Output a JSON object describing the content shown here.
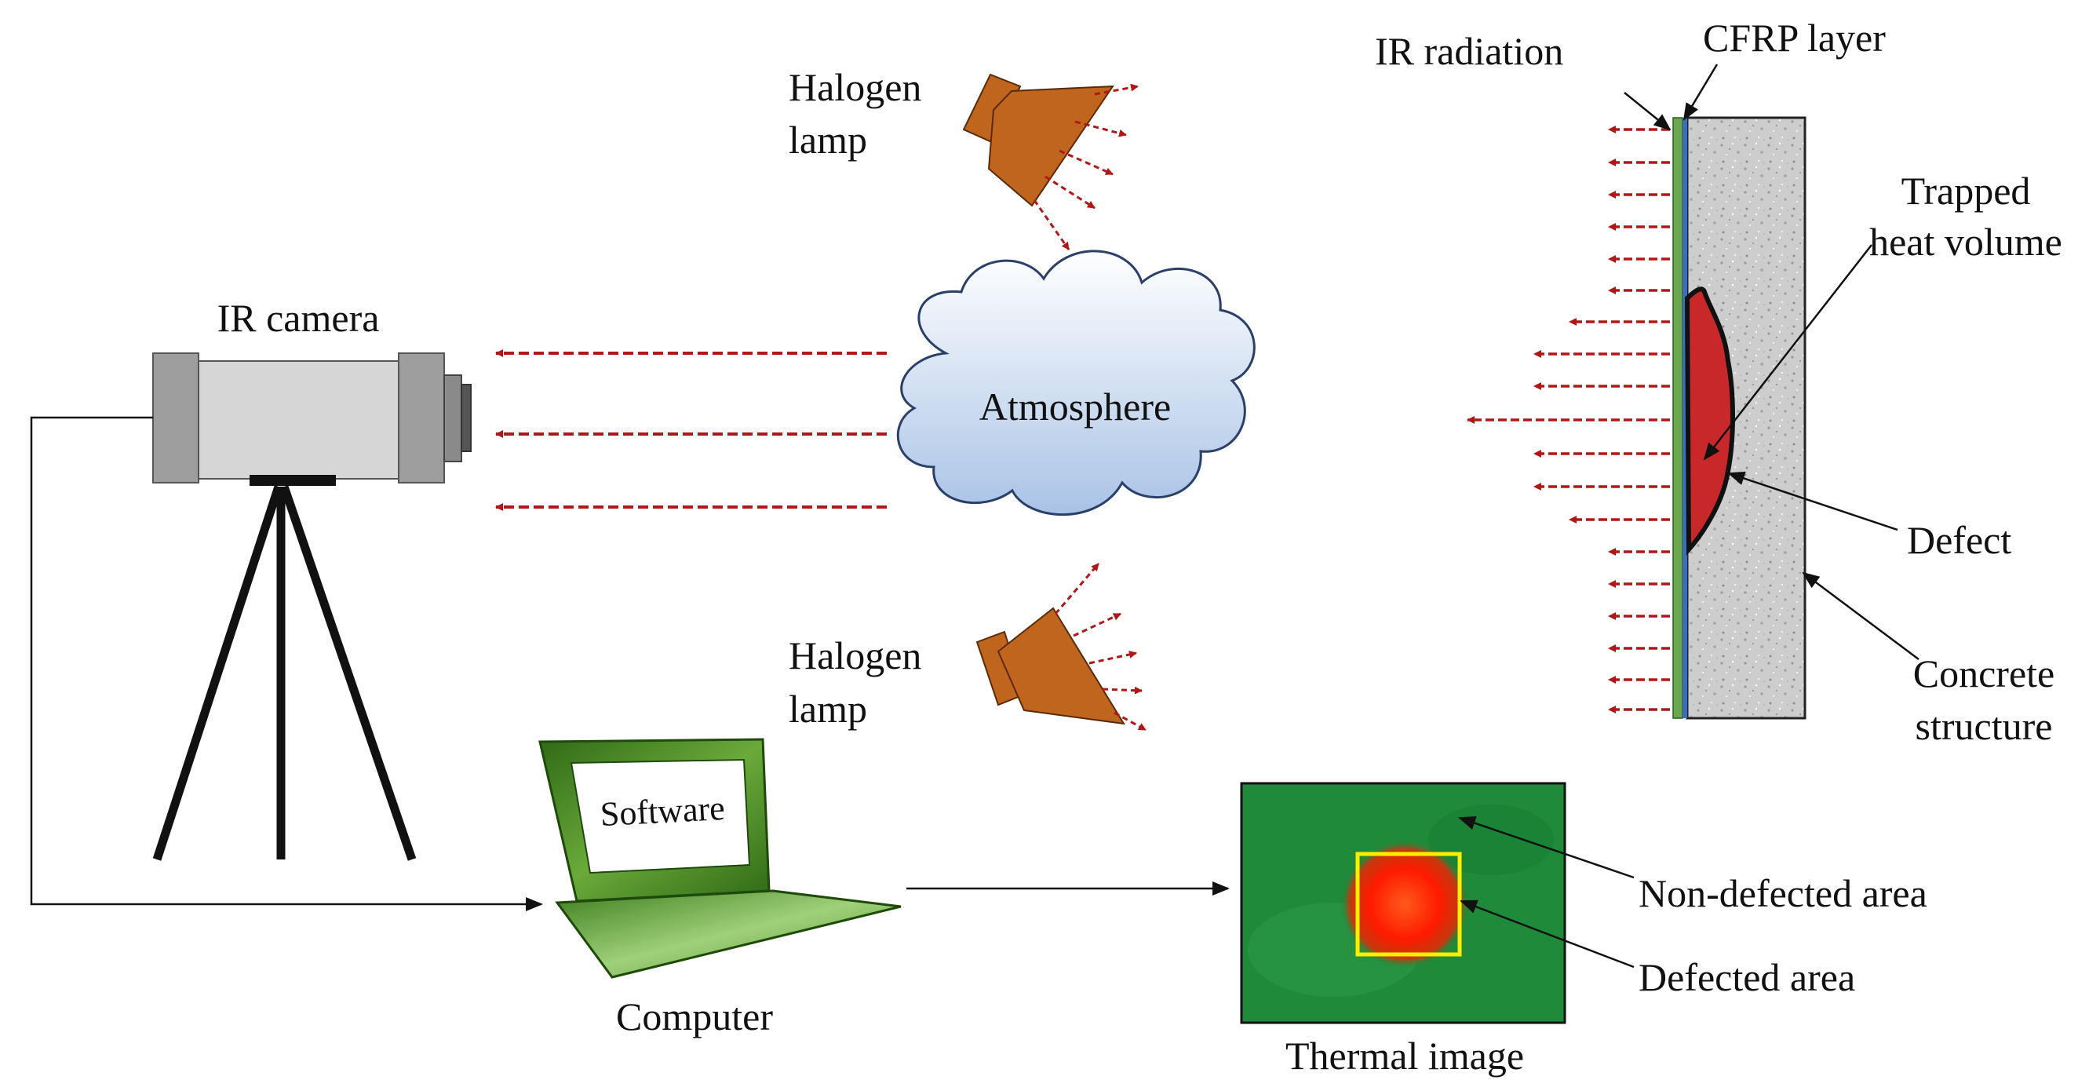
{
  "labels": {
    "ir_camera": "IR camera",
    "halogen_lamp_top_line1": "Halogen",
    "halogen_lamp_top_line2": "lamp",
    "halogen_lamp_bottom_line1": "Halogen",
    "halogen_lamp_bottom_line2": "lamp",
    "atmosphere": "Atmosphere",
    "ir_radiation": "IR radiation",
    "cfrp_layer": "CFRP layer",
    "trapped_heat_line1": "Trapped",
    "trapped_heat_line2": "heat volume",
    "defect": "Defect",
    "concrete_line1": "Concrete",
    "concrete_line2": "structure",
    "software": "Software",
    "computer": "Computer",
    "non_defected_area": "Non-defected area",
    "defected_area": "Defected area",
    "thermal_image": "Thermal image"
  },
  "colors": {
    "radiation_arrow": "#b01818",
    "lamp": "#c0651e",
    "camera_body": "#d6d6d6",
    "camera_flange": "#9e9e9e",
    "cloud_top": "#ffffff",
    "cloud_bottom": "#a9c3e6",
    "cfrp_green": "#6aa84f",
    "cfrp_blue": "#3d6fb8",
    "concrete": "#cfcfcf",
    "defect_red": "#c8282a",
    "laptop_green": "#4f8f2a",
    "thermal_green": "#1f8a3a",
    "thermal_hot": "#ff2a00",
    "defect_box": "#ffee00"
  }
}
